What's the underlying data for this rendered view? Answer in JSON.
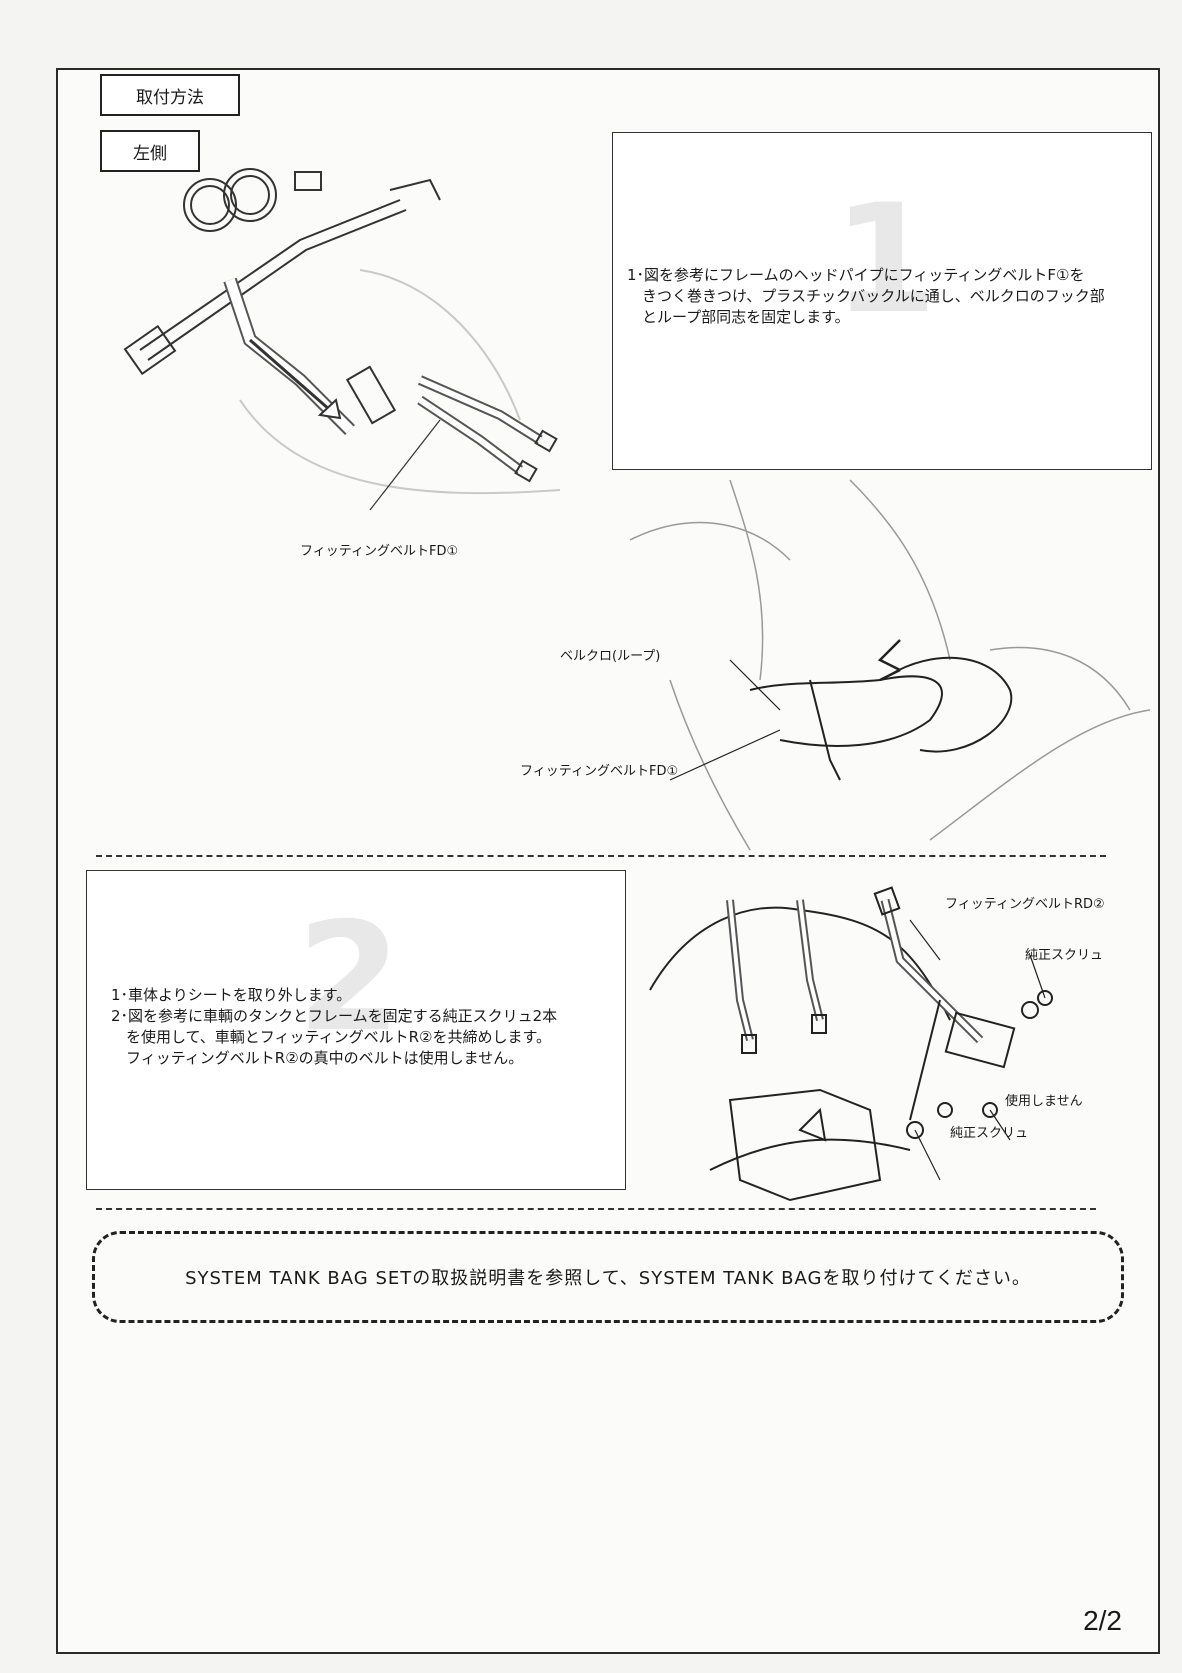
{
  "header": {
    "method_label": "取付方法",
    "side_label": "左側"
  },
  "step1": {
    "number": "1",
    "text": "1･図を参考にフレームのヘッドパイプにフィッティングベルトF①を\n　きつく巻きつけ、プラスチックバックルに通し、ベルクロのフック部\n　とループ部同志を固定します。"
  },
  "step2": {
    "number": "2",
    "text": "1･車体よりシートを取り外します。\n2･図を参考に車輌のタンクとフレームを固定する純正スクリュ2本\n　を使用して、車輌とフィッティングベルトR②を共締めします。\n　フィッティングベルトR②の真中のベルトは使用しません。"
  },
  "callouts": {
    "fd1_top": "フィッティングベルトFD①",
    "velcro_loop": "ベルクロ(ループ)",
    "fd1_mid": "フィッティングベルトFD①",
    "rd2": "フィッティングベルトRD②",
    "screw_top": "純正スクリュ",
    "not_used": "使用しません",
    "screw_bottom": "純正スクリュ"
  },
  "banner": {
    "text": "SYSTEM TANK BAG SETの取扱説明書を参照して、SYSTEM TANK BAGを取り付けてください。"
  },
  "footer": {
    "page": "2/2"
  }
}
